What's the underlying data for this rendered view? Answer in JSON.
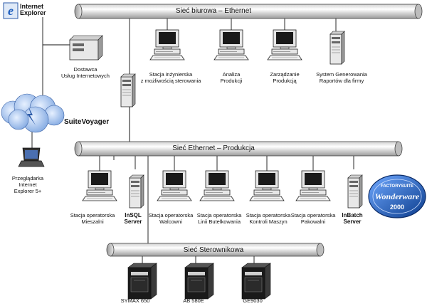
{
  "logo": {
    "line1": "Internet",
    "line2": "Explorer"
  },
  "buses": {
    "office": "Sieć biurowa – Ethernet",
    "production": "Sieć Ethernet – Produkcja",
    "controllers": "Sieć Sterownikowa"
  },
  "isp": "Dostawca\nUsług Internetowych",
  "suite_voyager": "SuiteVoyager",
  "browser": "Przeglądarka\nInternet\nExplorer 5+",
  "office_nodes": [
    "Stacja inżynierska\nz możliwością sterowania",
    "Analiza\nProdukcji",
    "Zarządzanie\nProdukcją",
    "System Generowania\nRaportów dla firmy"
  ],
  "production_nodes": [
    "Stacja operatorska\nMieszalni",
    "InSQL\nServer",
    "Stacja operatorska\nWalcowni",
    "Stacja operatorska\nLinii Butelkowania",
    "Stacja operatorska\nKontroli Maszyn",
    "Stacja operatorska\nPakowalni",
    "InBatch\nServer"
  ],
  "plcs": [
    "SYMAX 650",
    "AB 580E",
    "GE9030"
  ],
  "badge": {
    "top": "FACTORYSUITE",
    "main": "Wonderware",
    "year": "2000"
  }
}
